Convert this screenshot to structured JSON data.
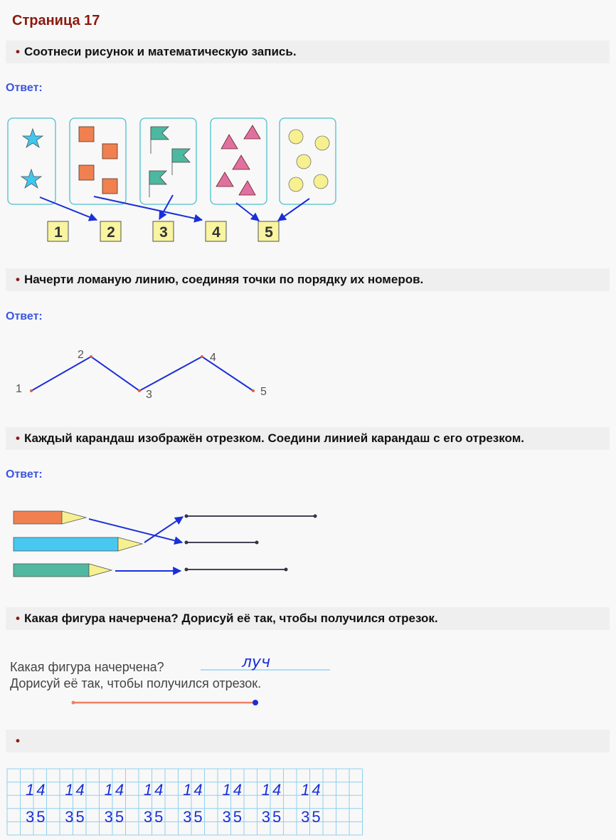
{
  "page_title": "Страница 17",
  "answer_label": "Ответ:",
  "tasks": [
    {
      "text": "Соотнеси рисунок и математическую запись."
    },
    {
      "text": "Начерти ломаную линию, соединяя точки по порядку их номеров."
    },
    {
      "text": "Каждый карандаш изображён отрезком. Соедини линией карандаш с его отрезком."
    },
    {
      "text": "Какая фигура начерчена? Дорисуй её так, чтобы получился отрезок."
    },
    {
      "text": ""
    }
  ],
  "task1": {
    "numbers": [
      "1",
      "2",
      "3",
      "4",
      "5"
    ]
  },
  "task2": {
    "points": [
      "1",
      "2",
      "3",
      "4",
      "5"
    ]
  },
  "task4": {
    "question": "Какая фигура начерчена?",
    "instruction": "Дорисуй её так, чтобы получился отрезок.",
    "answer": "луч"
  },
  "task5": {
    "row1": "14",
    "row2": "35",
    "repeat": 8
  },
  "colors": {
    "accent": "#1a2fd8",
    "title": "#8b1a10",
    "answer": "#3a55e0"
  }
}
